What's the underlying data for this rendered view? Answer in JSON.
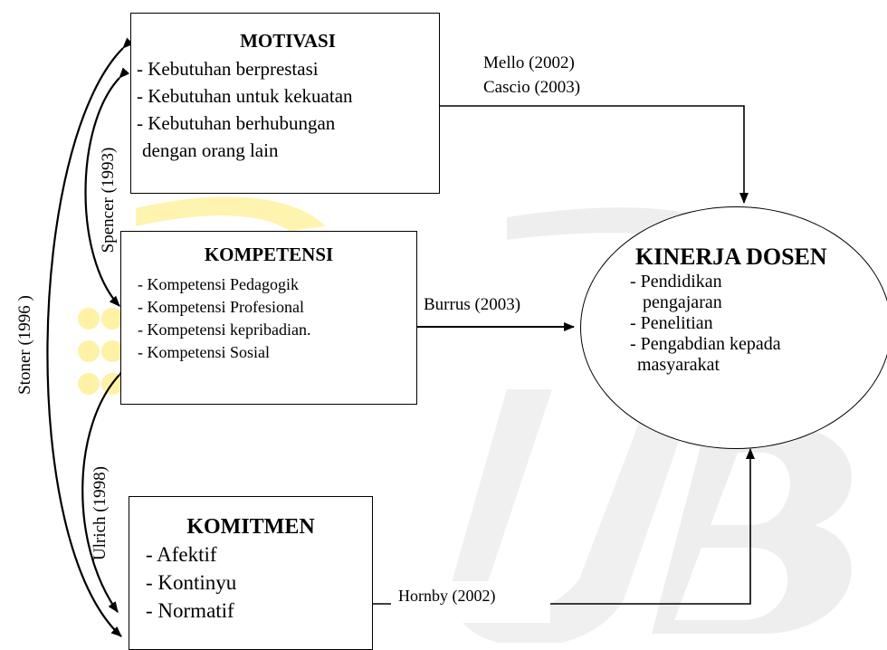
{
  "boxes": {
    "motivasi": {
      "title": "MOTIVASI",
      "items": [
        "- Kebutuhan berprestasi",
        "- Kebutuhan untuk kekuatan",
        "- Kebutuhan  berhubungan",
        "dengan orang  lain"
      ]
    },
    "kompetensi": {
      "title": "KOMPETENSI",
      "items": [
        "- Kompetensi  Pedagogik",
        "- Kompetensi Profesional",
        "- Kompetensi kepribadian.",
        "- Kompetensi Sosial"
      ]
    },
    "komitmen": {
      "title": "KOMITMEN",
      "items": [
        "- Afektif",
        "- Kontinyu",
        "- Normatif"
      ]
    },
    "kinerja": {
      "title": "KINERJA DOSEN",
      "items": [
        "- Pendidikan",
        "pengajaran",
        "- Penelitian",
        "- Pengabdian kepada",
        "masyarakat"
      ]
    }
  },
  "citations": {
    "mello": "Mello  (2002)",
    "cascio": "Cascio (2003)",
    "burrus": "Burrus (2003)",
    "hornby": "Hornby  (2002)",
    "spencer": "Spencer (1993)",
    "ulrich": "Ulrich (1998)",
    "stoner": "Stoner  (1996 )"
  },
  "colors": {
    "watermark_yellow": "#ffd200",
    "watermark_gray": "#ececec"
  }
}
